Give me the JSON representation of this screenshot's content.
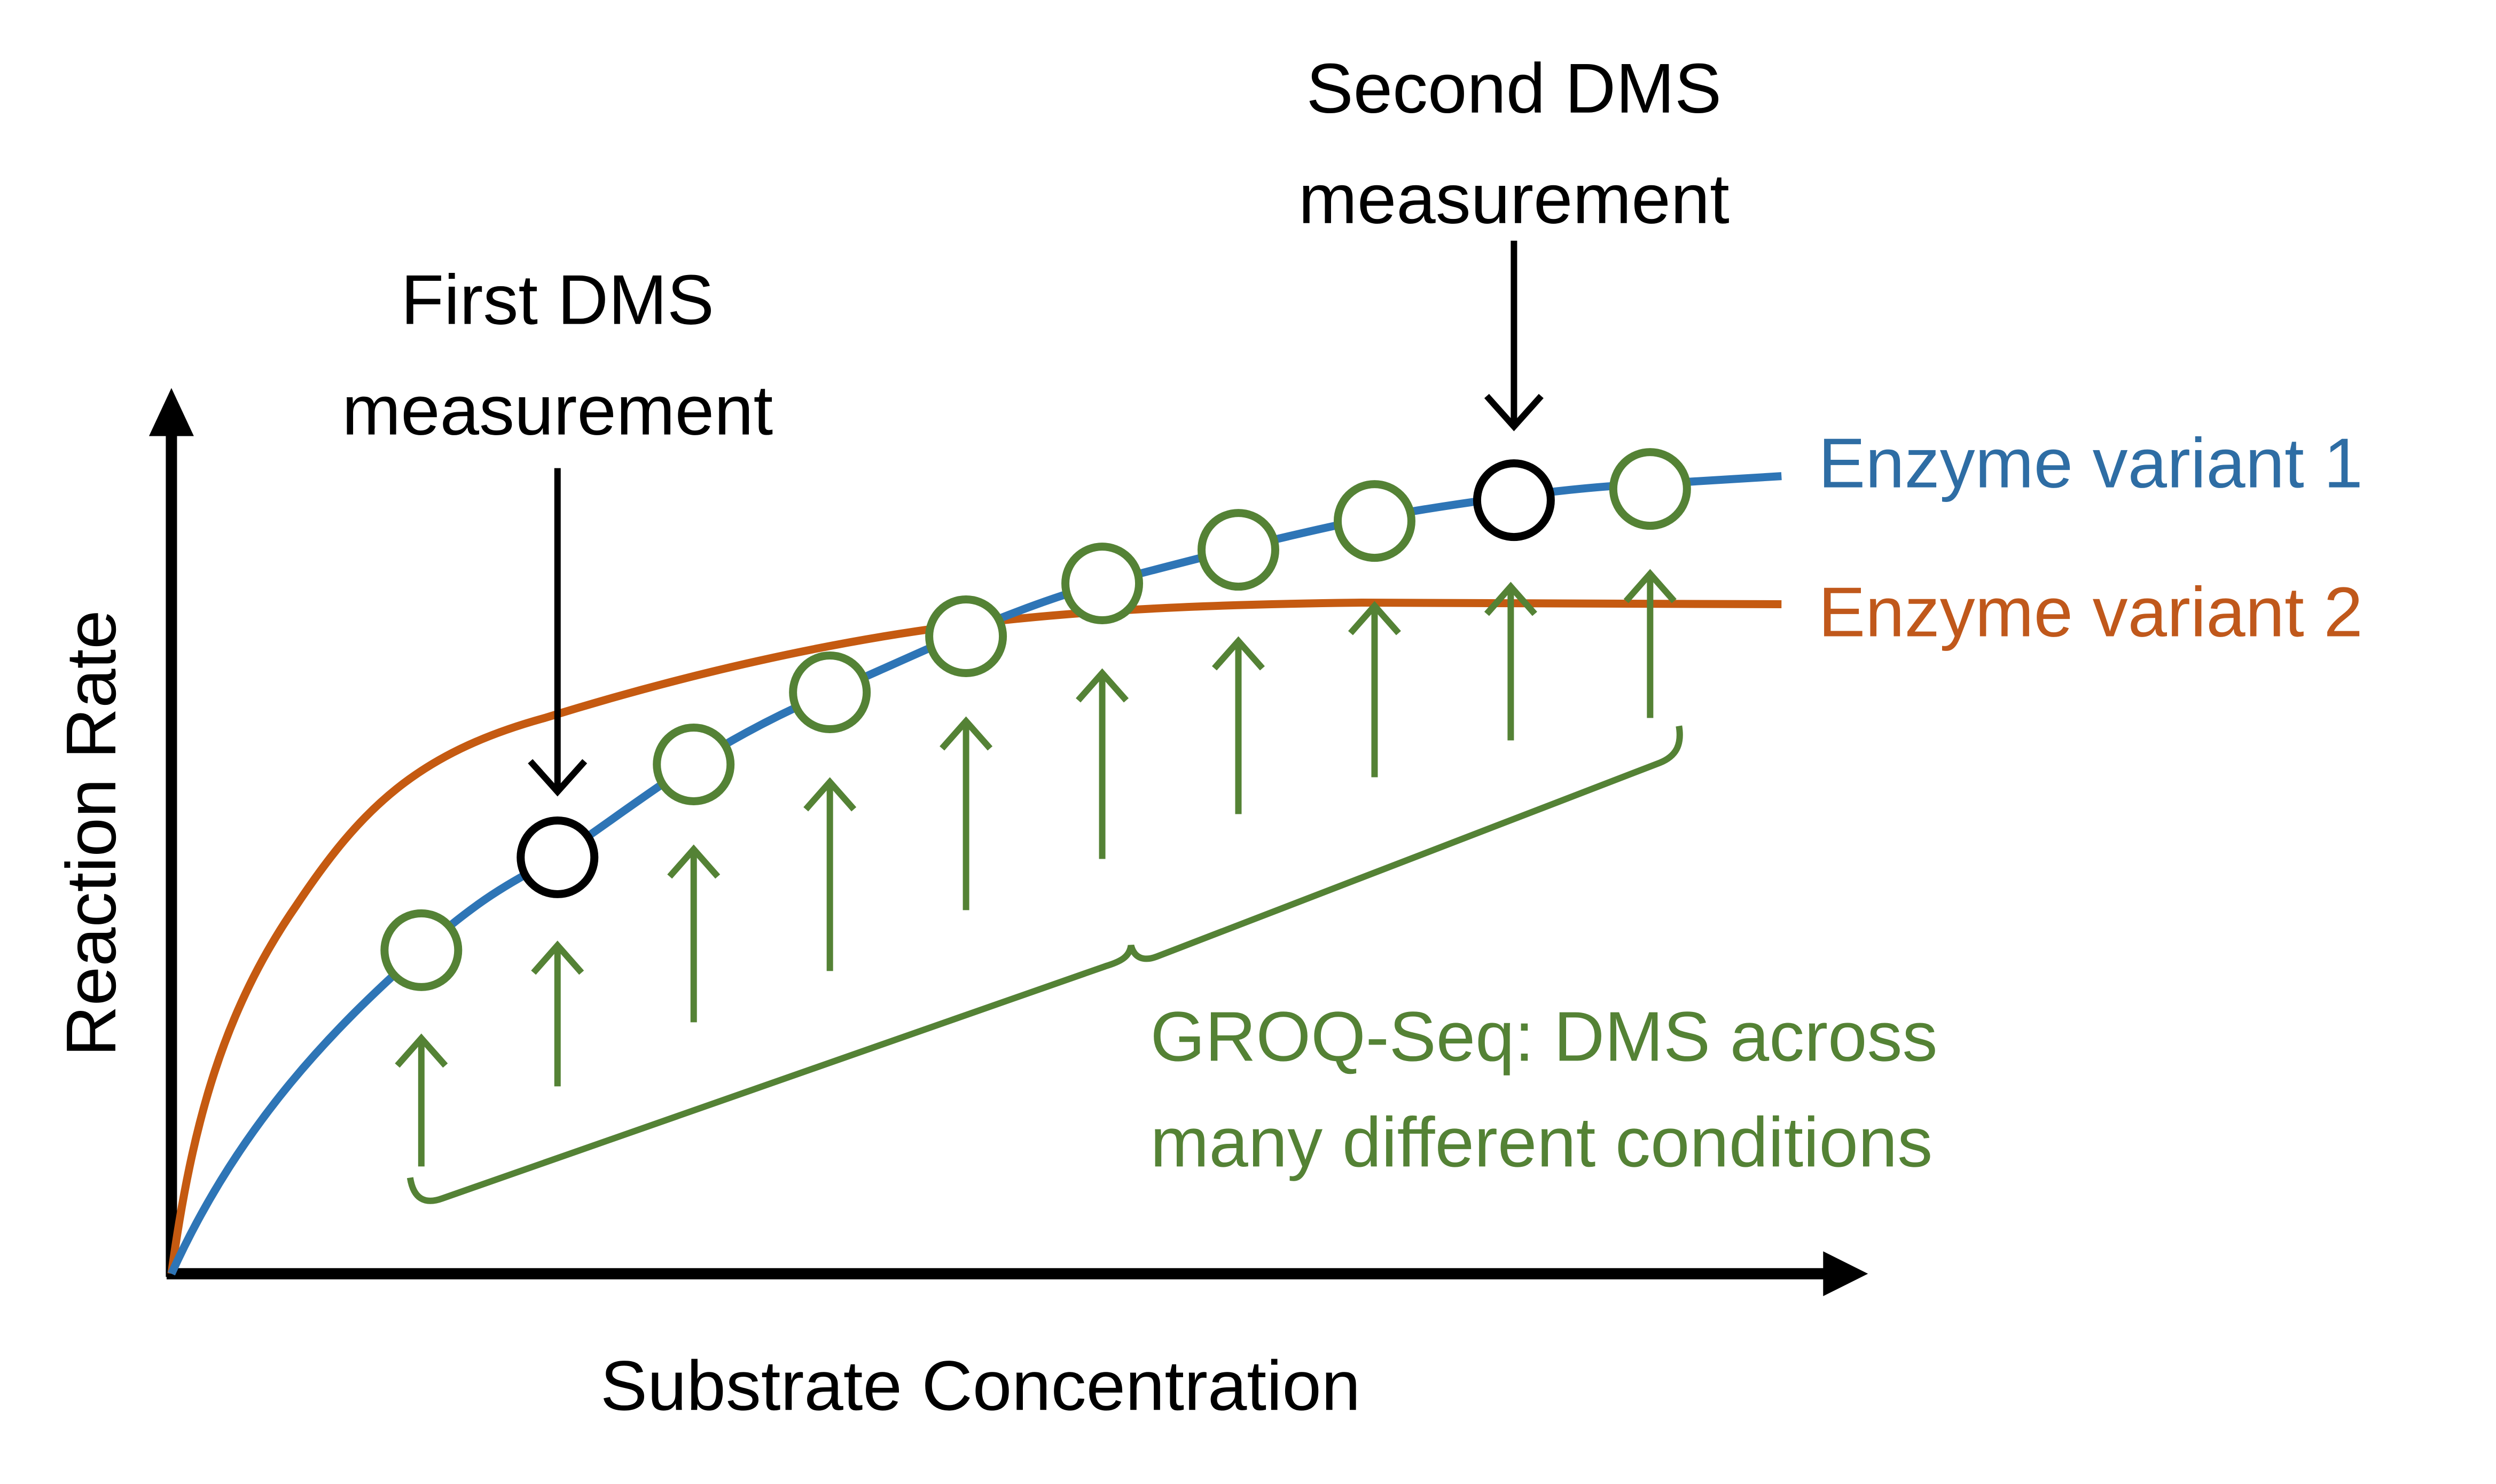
{
  "labels": {
    "first_measurement": [
      "First DMS",
      "measurement"
    ],
    "second_measurement": [
      "Second DMS",
      "measurement"
    ],
    "variant1": "Enzyme variant 1",
    "variant2": "Enzyme variant 2",
    "groq": [
      "GROQ-Seq: DMS across",
      "many different conditions"
    ],
    "y_axis": "Reaction Rate",
    "x_axis": "Substrate Concentration"
  },
  "colors": {
    "variant1": "#2e75b6",
    "variant2": "#c55a11",
    "groq": "#548235",
    "axis": "#000000"
  }
}
